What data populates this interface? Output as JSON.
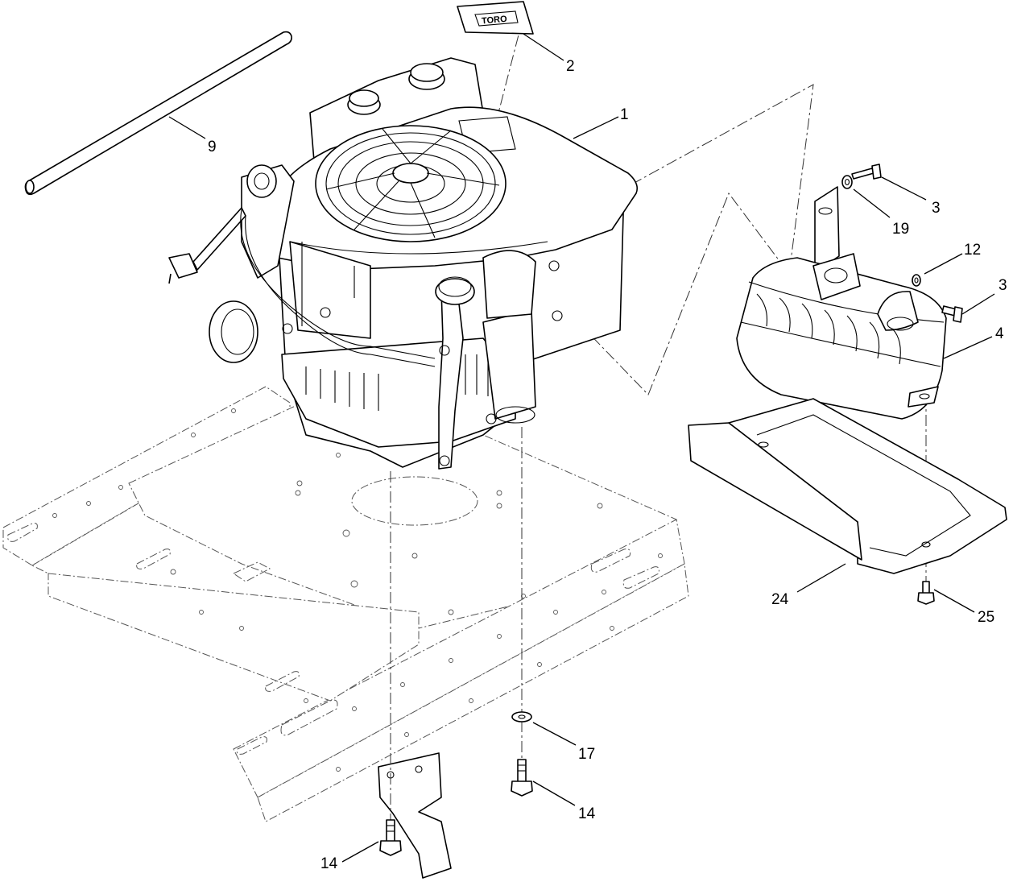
{
  "callouts": [
    {
      "id": "c1",
      "label": "1"
    },
    {
      "id": "c2",
      "label": "2"
    },
    {
      "id": "c3a",
      "label": "3"
    },
    {
      "id": "c3b",
      "label": "3"
    },
    {
      "id": "c4",
      "label": "4"
    },
    {
      "id": "c9",
      "label": "9"
    },
    {
      "id": "c12",
      "label": "12"
    },
    {
      "id": "c14a",
      "label": "14"
    },
    {
      "id": "c14b",
      "label": "14"
    },
    {
      "id": "c17",
      "label": "17"
    },
    {
      "id": "c19",
      "label": "19"
    },
    {
      "id": "c24",
      "label": "24"
    },
    {
      "id": "c25",
      "label": "25"
    }
  ],
  "colors": {
    "line": "#000000",
    "phantom": "#555555",
    "background": "#ffffff"
  },
  "decal_text": "TORO"
}
